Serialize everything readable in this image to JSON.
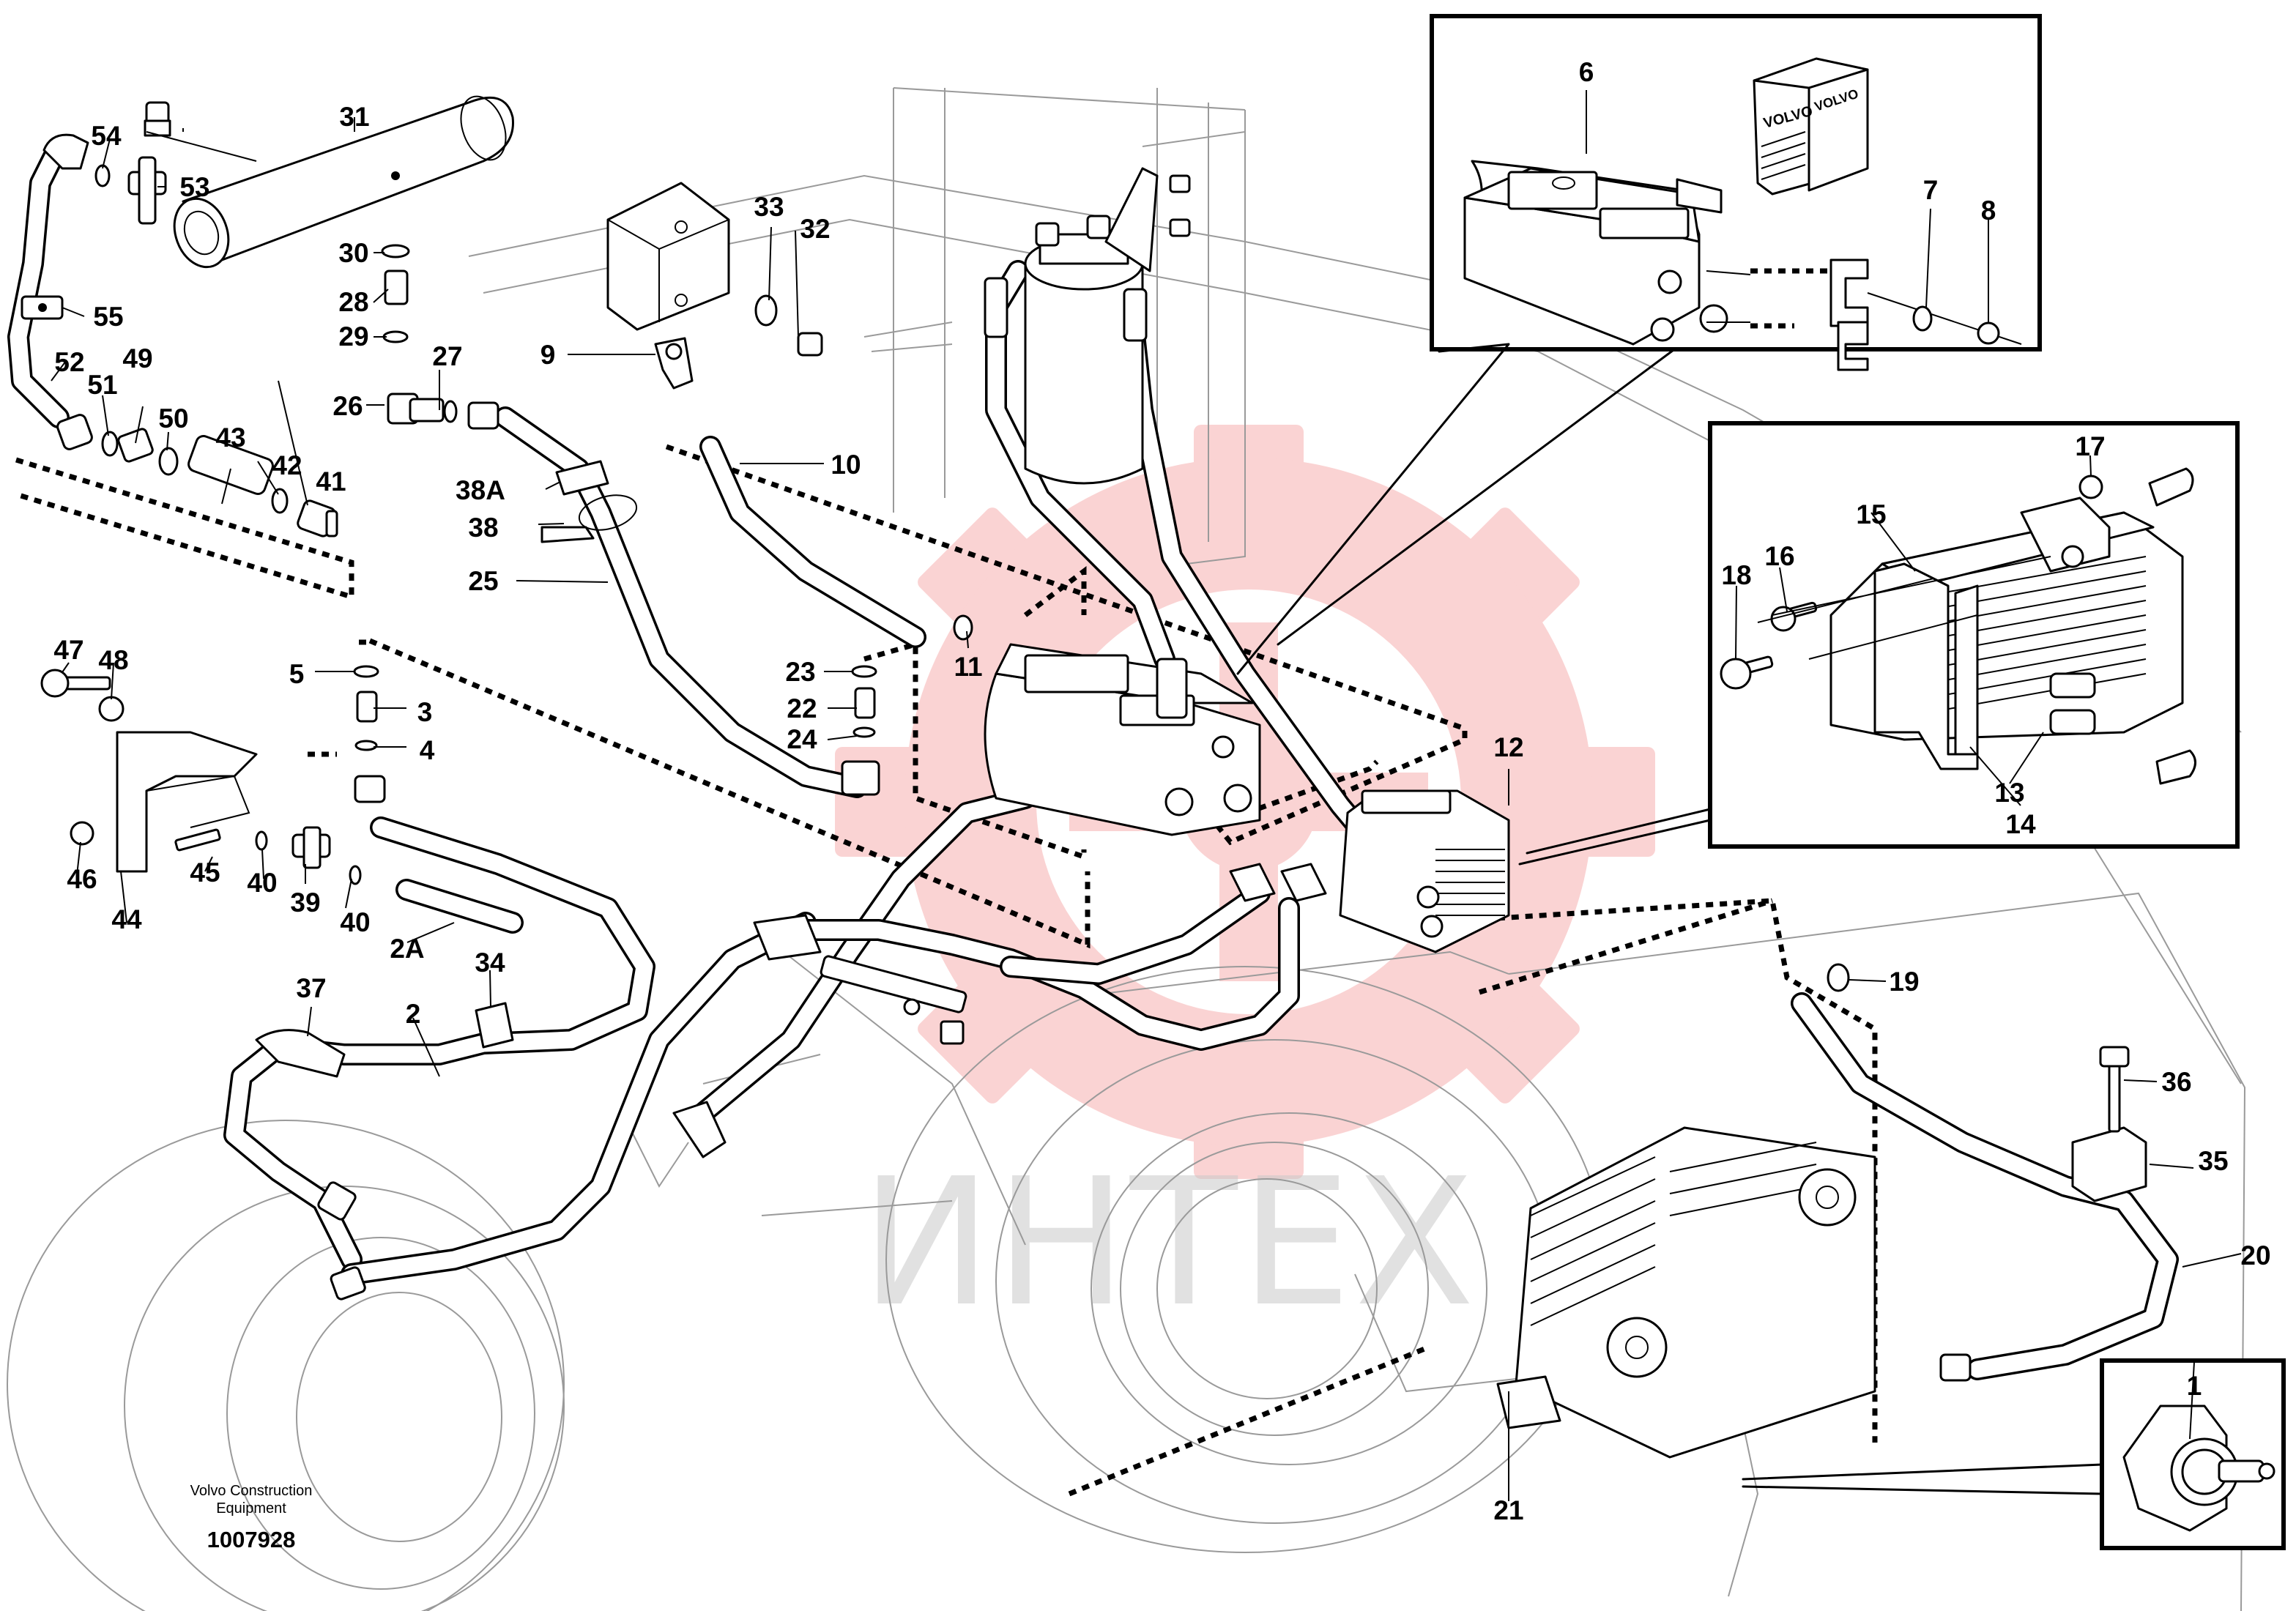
{
  "callouts": [
    "1",
    "2",
    "2A",
    "3",
    "4",
    "5",
    "6",
    "7",
    "8",
    "9",
    "10",
    "11",
    "12",
    "13",
    "14",
    "15",
    "16",
    "17",
    "18",
    "19",
    "20",
    "21",
    "22",
    "23",
    "24",
    "25",
    "26",
    "27",
    "28",
    "29",
    "30",
    "31",
    "32",
    "33",
    "34",
    "35",
    "36",
    "37",
    "38",
    "38A",
    "39",
    "40",
    "41",
    "42",
    "43",
    "44",
    "45",
    "46",
    "47",
    "48",
    "49",
    "50",
    "51",
    "52",
    "53",
    "54",
    "55"
  ],
  "footer": {
    "brand_line1": "Volvo Construction",
    "brand_line2": "Equipment",
    "drawing_number": "1007928"
  },
  "watermark": {
    "text": "ИНТЕХ",
    "color": "#f06060"
  },
  "kit_box": {
    "brand": "VOLVO"
  },
  "colors": {
    "line": "#000000",
    "watermark_gear": "#f5b0b0",
    "watermark_text": "#c9c9c9",
    "background": "#ffffff"
  }
}
